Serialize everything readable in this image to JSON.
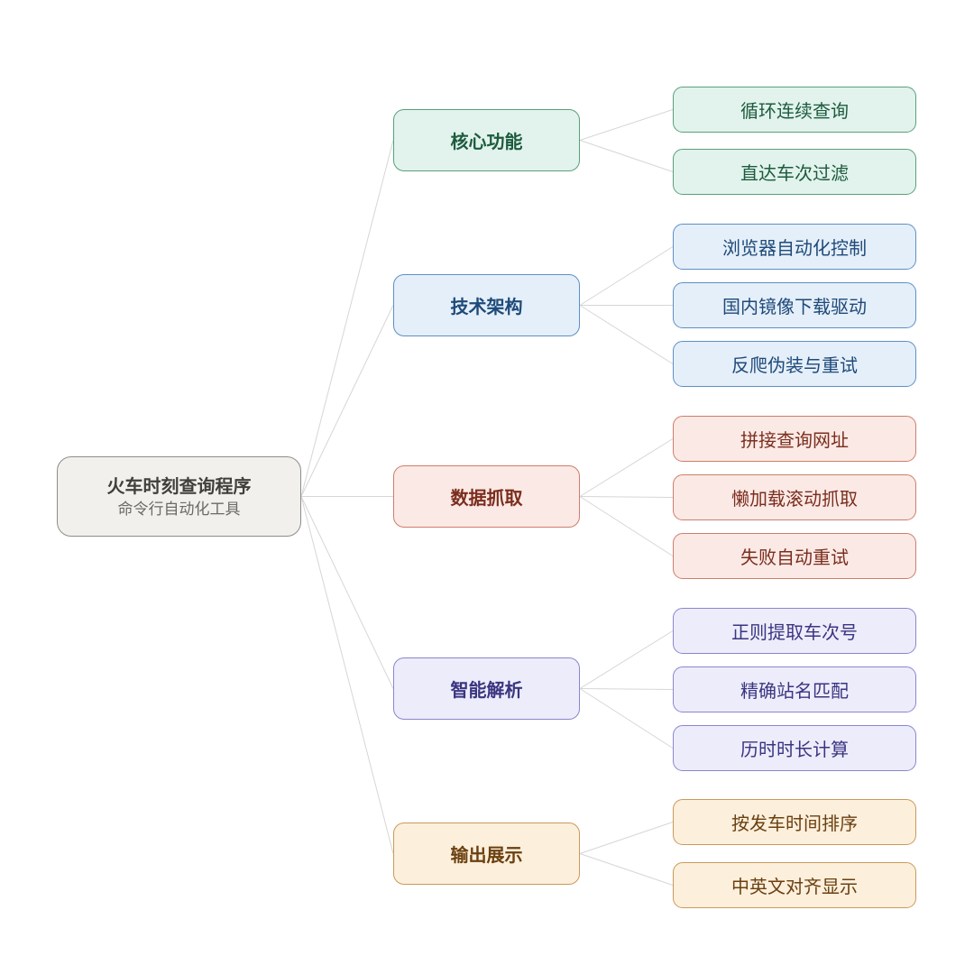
{
  "root": {
    "title": "火车时刻查询程序",
    "subtitle": "命令行自动化工具"
  },
  "branches": [
    {
      "label": "核心功能",
      "color": {
        "fill": "#e1f3ec",
        "stroke": "#5a9f7c",
        "text": "#1d5a3e"
      },
      "children": [
        "循环连续查询",
        "直达车次过滤"
      ]
    },
    {
      "label": "技术架构",
      "color": {
        "fill": "#e5eff9",
        "stroke": "#5e8fc4",
        "text": "#1e4a7a"
      },
      "children": [
        "浏览器自动化控制",
        "国内镜像下载驱动",
        "反爬伪装与重试"
      ]
    },
    {
      "label": "数据抓取",
      "color": {
        "fill": "#fbe9e5",
        "stroke": "#cd7e6b",
        "text": "#7a2e1e"
      },
      "children": [
        "拼接查询网址",
        "懒加载滚动抓取",
        "失败自动重试"
      ]
    },
    {
      "label": "智能解析",
      "color": {
        "fill": "#edecfb",
        "stroke": "#8a86cc",
        "text": "#3a3580"
      },
      "children": [
        "正则提取车次号",
        "精确站名匹配",
        "历时时长计算"
      ]
    },
    {
      "label": "输出展示",
      "color": {
        "fill": "#fcefdc",
        "stroke": "#c99a5a",
        "text": "#6b4010"
      },
      "children": [
        "按发车时间排序",
        "中英文对齐显示"
      ]
    }
  ],
  "connector_color": "#d6d6d6"
}
